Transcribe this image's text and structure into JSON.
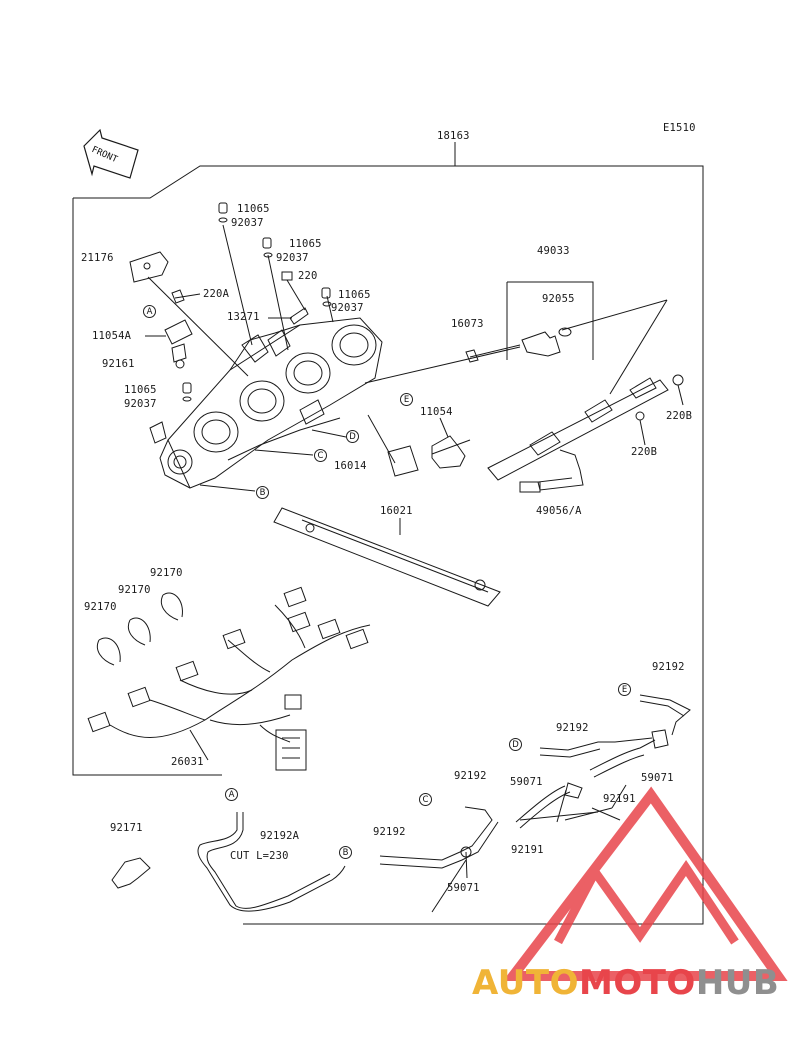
{
  "diagram": {
    "code": "E1510",
    "front_label": "FRONT",
    "cut_note": "CUT L=230",
    "labels": [
      {
        "id": "l-18163",
        "text": "18163"
      },
      {
        "id": "l-11065a",
        "text": "11065"
      },
      {
        "id": "l-92037a",
        "text": "92037"
      },
      {
        "id": "l-11065b",
        "text": "11065"
      },
      {
        "id": "l-92037b",
        "text": "92037"
      },
      {
        "id": "l-49033",
        "text": "49033"
      },
      {
        "id": "l-21176",
        "text": "21176"
      },
      {
        "id": "l-220",
        "text": "220"
      },
      {
        "id": "l-220a",
        "text": "220A"
      },
      {
        "id": "l-11065c",
        "text": "11065"
      },
      {
        "id": "l-92037c",
        "text": "92037"
      },
      {
        "id": "l-92055",
        "text": "92055"
      },
      {
        "id": "l-13271",
        "text": "13271"
      },
      {
        "id": "l-16073",
        "text": "16073"
      },
      {
        "id": "l-11054a",
        "text": "11054A"
      },
      {
        "id": "l-92161",
        "text": "92161"
      },
      {
        "id": "l-11065d",
        "text": "11065"
      },
      {
        "id": "l-92037d",
        "text": "92037"
      },
      {
        "id": "l-2208a",
        "text": "220B"
      },
      {
        "id": "l-11054",
        "text": "11054"
      },
      {
        "id": "l-2208b",
        "text": "220B"
      },
      {
        "id": "l-16014",
        "text": "16014"
      },
      {
        "id": "l-49056a",
        "text": "49056/A"
      },
      {
        "id": "l-16021",
        "text": "16021"
      },
      {
        "id": "l-92170a",
        "text": "92170"
      },
      {
        "id": "l-92170b",
        "text": "92170"
      },
      {
        "id": "l-92170c",
        "text": "92170"
      },
      {
        "id": "l-92192a",
        "text": "92192"
      },
      {
        "id": "l-92192b",
        "text": "92192"
      },
      {
        "id": "l-26031",
        "text": "26031"
      },
      {
        "id": "l-92192c",
        "text": "92192"
      },
      {
        "id": "l-59071a",
        "text": "59071"
      },
      {
        "id": "l-59071b",
        "text": "59071"
      },
      {
        "id": "l-92191a",
        "text": "92191"
      },
      {
        "id": "l-92171",
        "text": "92171"
      },
      {
        "id": "l-92192A",
        "text": "92192A"
      },
      {
        "id": "l-92192d",
        "text": "92192"
      },
      {
        "id": "l-92191b",
        "text": "92191"
      },
      {
        "id": "l-59071c",
        "text": "59071"
      }
    ],
    "callouts": [
      "A",
      "B",
      "C",
      "D",
      "E",
      "A",
      "B",
      "C",
      "D",
      "E"
    ]
  },
  "watermark": {
    "part1": "AUTO",
    "part2": "MOTO",
    "part3": "HUB",
    "color1": "#f0b437",
    "color2": "#e8454b",
    "color3": "#8f8f8f"
  }
}
